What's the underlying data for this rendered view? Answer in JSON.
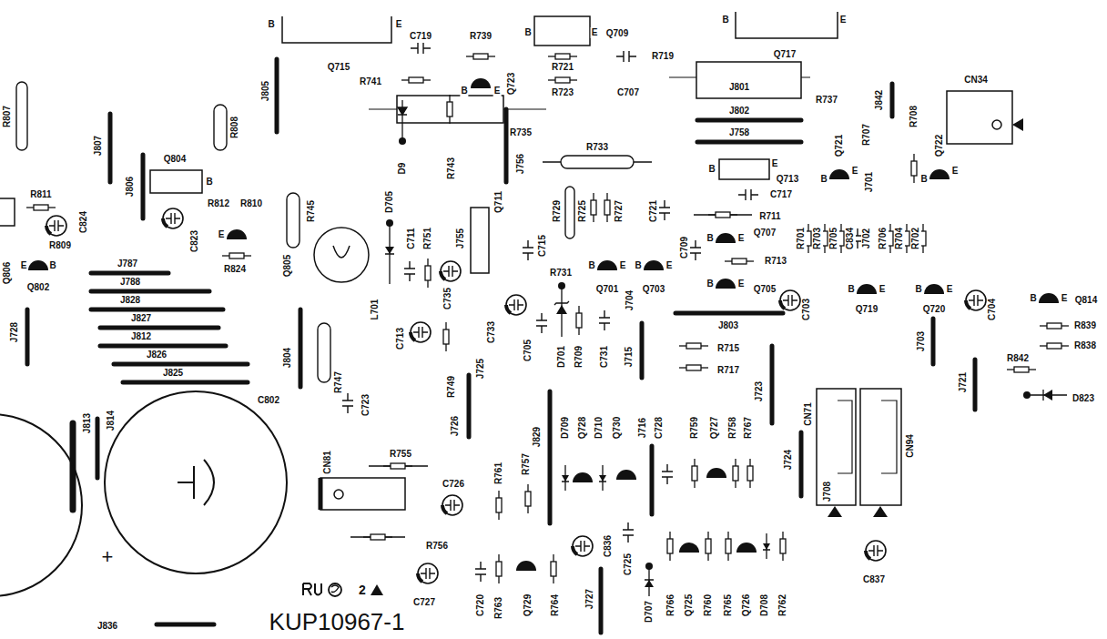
{
  "diagram": {
    "labels": [
      "B",
      "E",
      "B",
      "E",
      "Q709",
      "B",
      "E",
      "C719",
      "R739",
      "R719",
      "Q715",
      "R741",
      "Q723",
      "B",
      "E",
      "R721",
      "R723",
      "C707",
      "Q717",
      "J801",
      "R737",
      "J802",
      "J758",
      "J842",
      "CN34",
      "R735",
      "R733",
      "J805",
      "R808",
      "R807",
      "J807",
      "Q804",
      "B",
      "J806",
      "R811",
      "C824",
      "R809",
      "Q806",
      "Q802",
      "E",
      "B",
      "R812",
      "R810",
      "E",
      "R824",
      "C823",
      "Q805",
      "R745",
      "D705",
      "L701",
      "C711",
      "R751",
      "J755",
      "Q711",
      "C735",
      "C715",
      "R729",
      "R725",
      "R727",
      "C721",
      "R731",
      "Q701",
      "B",
      "E",
      "J704",
      "Q703",
      "B",
      "E",
      "C709",
      "B",
      "E",
      "Q707",
      "R713",
      "Q705",
      "B",
      "E",
      "Q713",
      "B",
      "E",
      "C717",
      "R711",
      "Q721",
      "B",
      "E",
      "R707",
      "J701",
      "R708",
      "Q722",
      "B",
      "E",
      "R701",
      "R703",
      "R705",
      "C834",
      "J702",
      "R706",
      "R704",
      "R702",
      "C703",
      "B",
      "E",
      "Q719",
      "B",
      "E",
      "Q720",
      "C704",
      "B",
      "E",
      "Q814",
      "R839",
      "R838",
      "J703",
      "R842",
      "J721",
      "D823",
      "J728",
      "C713",
      "C733",
      "C705",
      "D701",
      "R709",
      "C731",
      "J715",
      "J803",
      "R715",
      "R717",
      "J723",
      "J804",
      "C802",
      "R747",
      "R749",
      "C723",
      "J725",
      "J726",
      "J829",
      "J813",
      "J814",
      "CN71",
      "CN94",
      "J724",
      "J708",
      "D709",
      "Q728",
      "D710",
      "Q730",
      "J716",
      "C728",
      "R759",
      "Q727",
      "R758",
      "R767",
      "CN81",
      "R755",
      "C726",
      "R761",
      "R757",
      "R756",
      "C727",
      "C720",
      "R763",
      "Q729",
      "R764",
      "C836",
      "J727",
      "C725",
      "D707",
      "R766",
      "Q725",
      "R760",
      "R765",
      "Q726",
      "D708",
      "R762",
      "C837",
      "J836",
      "+",
      "KUP10967-1",
      "2",
      "D9",
      "R743",
      "J756",
      "J787",
      "J788",
      "J828",
      "J827",
      "J812",
      "J826",
      "J825"
    ]
  }
}
